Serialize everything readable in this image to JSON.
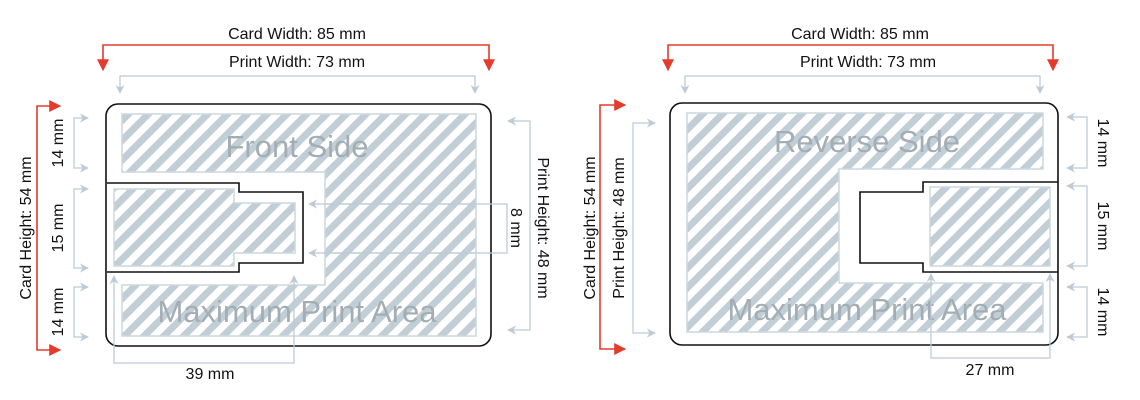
{
  "front": {
    "card_width": "Card Width: 85 mm",
    "print_width": "Print Width: 73 mm",
    "card_height": "Card Height: 54 mm",
    "print_height": "Print Height: 48 mm",
    "top_margin": "14 mm",
    "chip_height": "15 mm",
    "bottom_margin": "14 mm",
    "chip_gap": "8 mm",
    "chip_offset": "39 mm",
    "side_label": "Front Side",
    "area_label": "Maximum Print Area"
  },
  "reverse": {
    "card_width": "Card Width: 85 mm",
    "print_width": "Print Width: 73 mm",
    "card_height": "Card Height: 54 mm",
    "print_height": "Print Height: 48 mm",
    "top_margin": "14 mm",
    "chip_height": "15 mm",
    "bottom_margin": "14 mm",
    "chip_offset": "27 mm",
    "side_label": "Reverse Side",
    "area_label": "Maximum Print Area"
  },
  "colors": {
    "red": "#e53b2c",
    "guide": "#bccbd6",
    "hatch": "#c2ced6"
  }
}
